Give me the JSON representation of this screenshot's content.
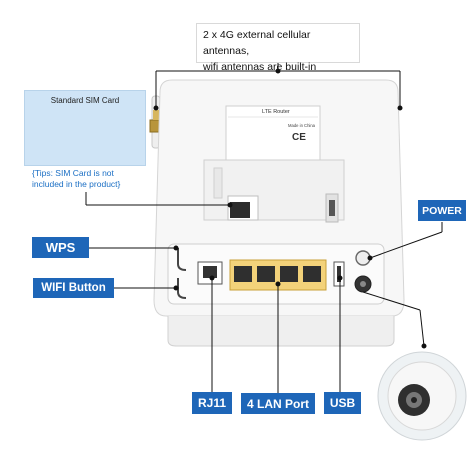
{
  "callouts": {
    "antennas_line1": "2 x 4G external cellular antennas,",
    "antennas_line2": "wifi antennas are built-in"
  },
  "sim": {
    "title": "Standard SIM Card",
    "tips_line1": "{Tips: SIM Card is not",
    "tips_line2": "included in the product}"
  },
  "ports": {
    "wps": "WPS",
    "wifi_button": "WIFI Button",
    "power": "POWER",
    "rj11": "RJ11",
    "lan": "4 LAN Port",
    "usb": "USB"
  },
  "device_label": {
    "brand": "LTE Router",
    "made_in": "Made in China",
    "ce": "CE"
  },
  "icons": [
    "check-icon",
    "no-icon",
    "no-icon"
  ],
  "colors": {
    "accent": "#1e66b8",
    "tips": "#1b6fc4",
    "sim_panel": "#cfe4f6"
  }
}
